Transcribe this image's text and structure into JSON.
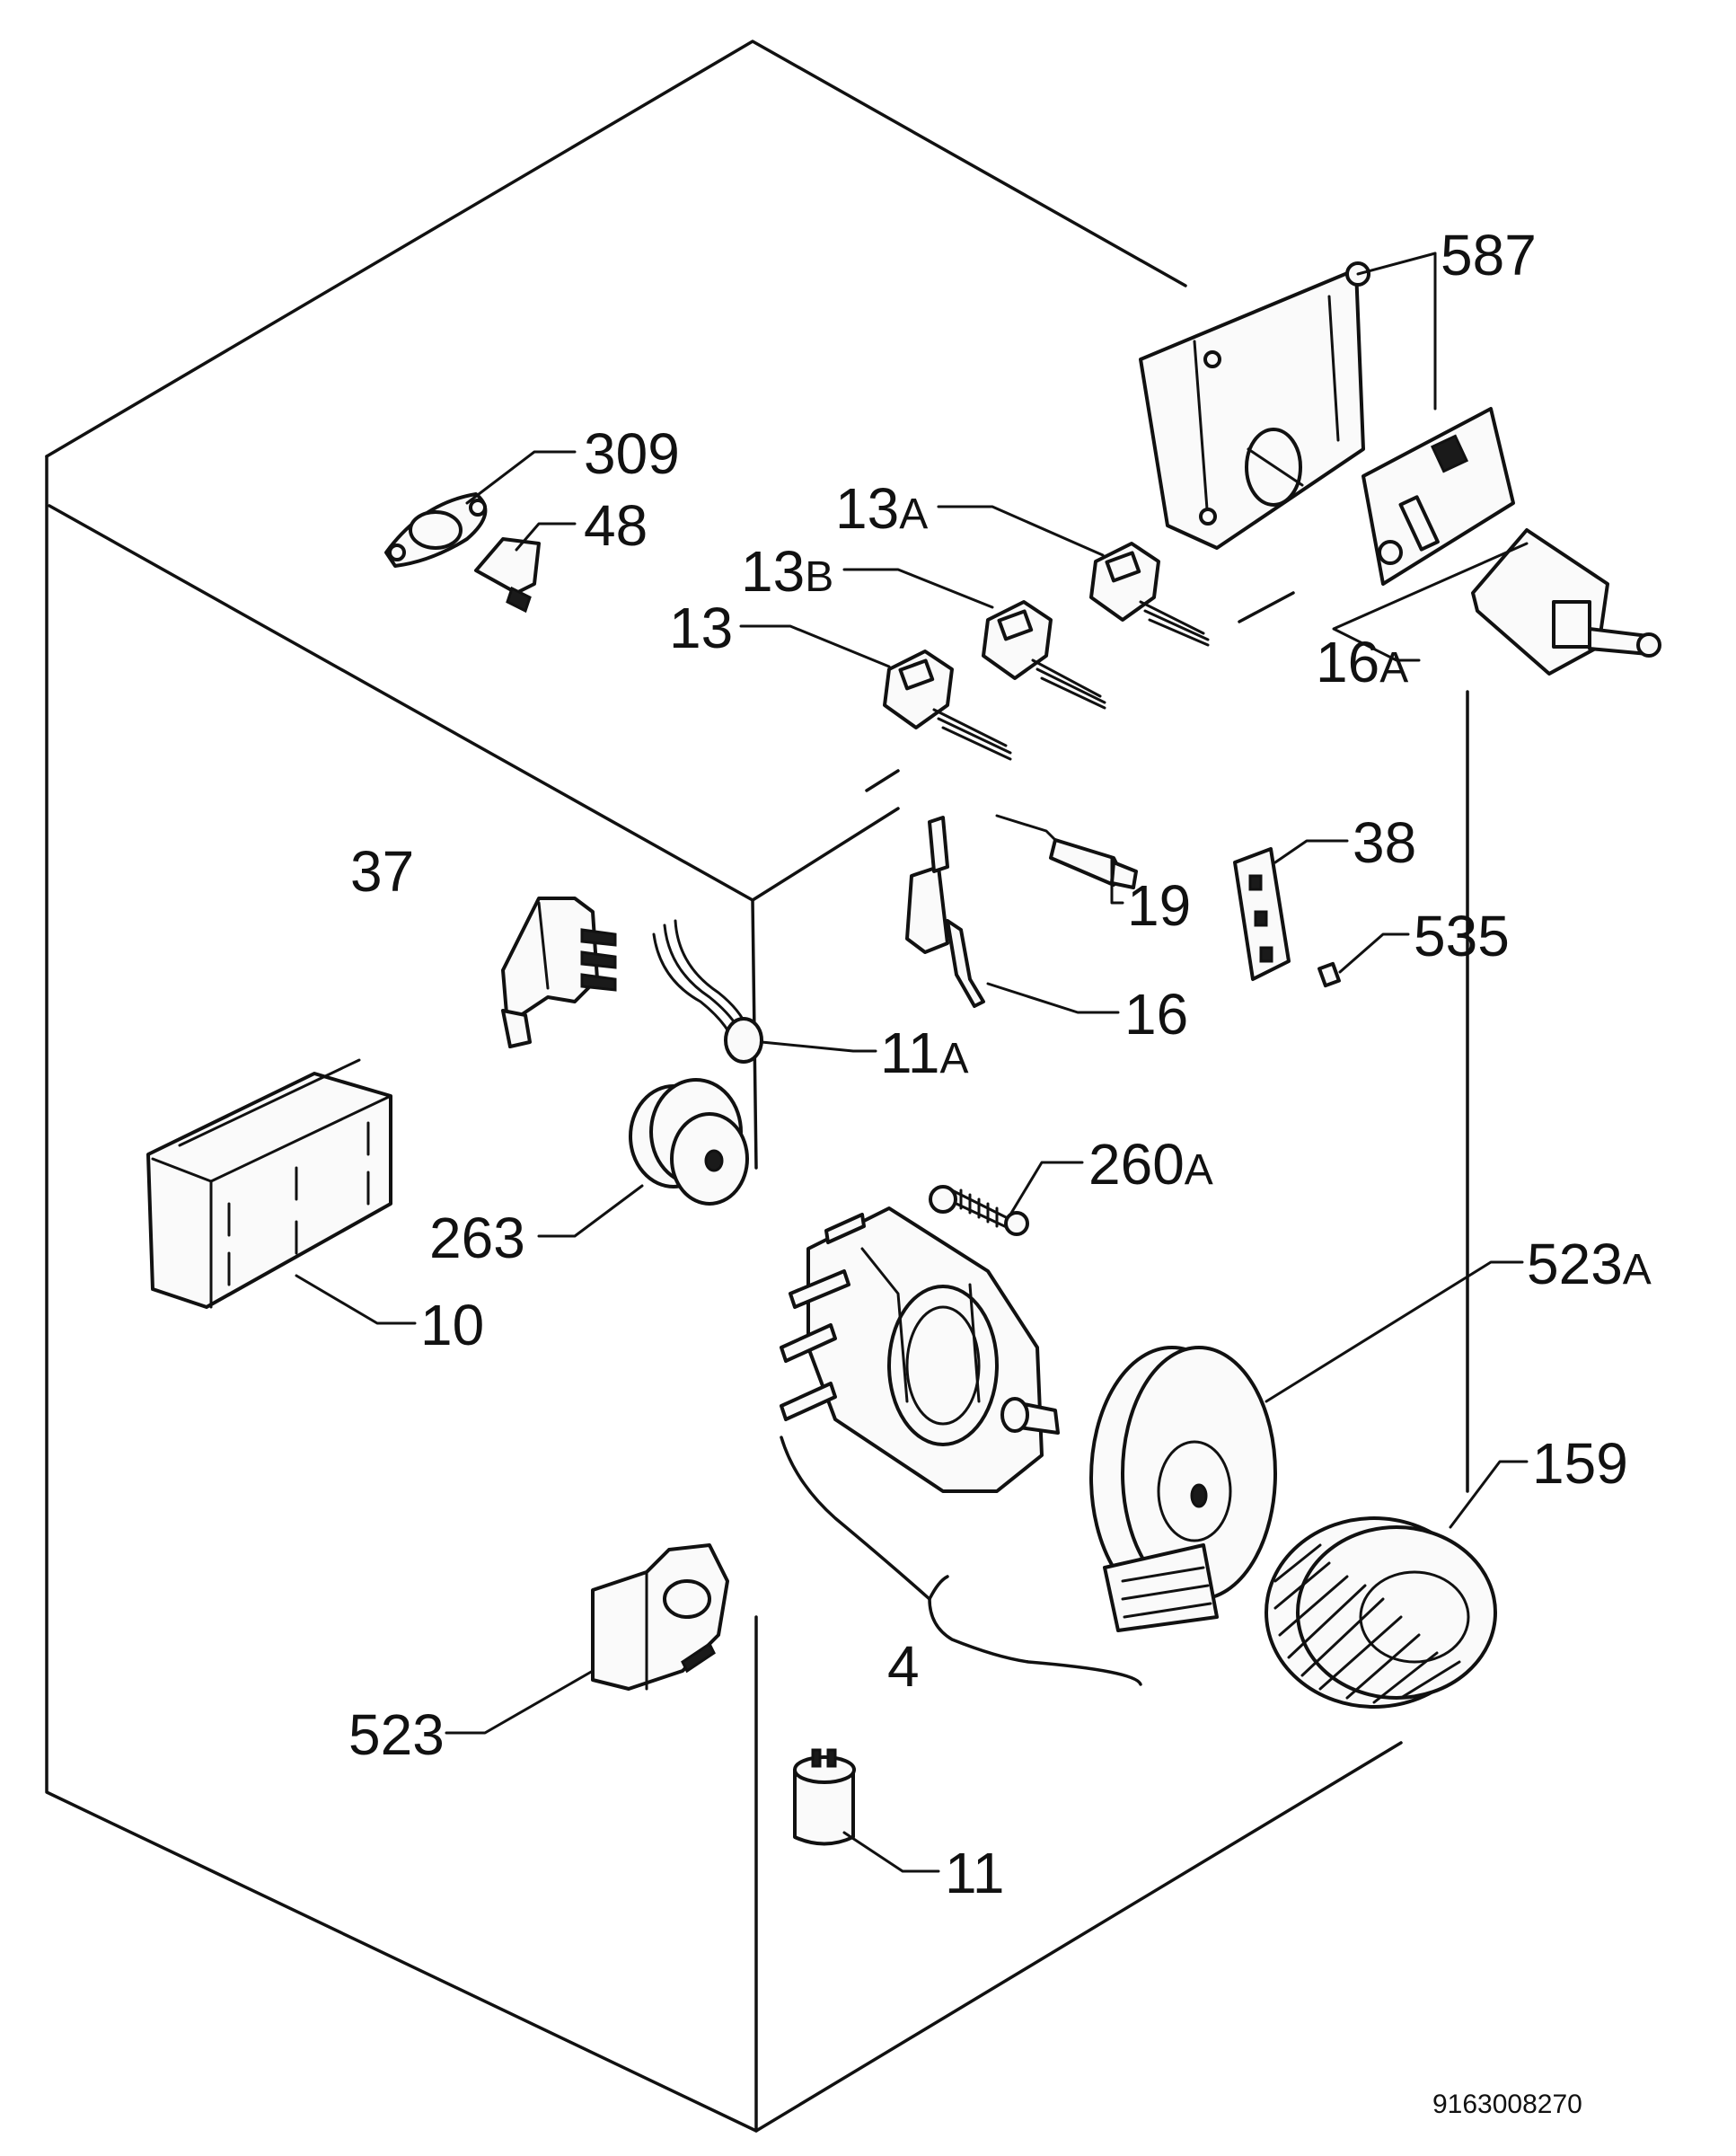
{
  "diagram": {
    "labels": {
      "p587": "587",
      "p309": "309",
      "p48": "48",
      "p13a_num": "13",
      "p13a_sfx": "A",
      "p13b_num": "13",
      "p13b_sfx": "B",
      "p13": "13",
      "p16a_num": "16",
      "p16a_sfx": "A",
      "p37": "37",
      "p38": "38",
      "p19": "19",
      "p535": "535",
      "p16": "16",
      "p11a_num": "11",
      "p11a_sfx": "A",
      "p260a_num": "260",
      "p260a_sfx": "A",
      "p263": "263",
      "p10": "10",
      "p523a_num": "523",
      "p523a_sfx": "A",
      "p159": "159",
      "p4": "4",
      "p523": "523",
      "p11": "11"
    },
    "drawing_code": "9163008270"
  }
}
